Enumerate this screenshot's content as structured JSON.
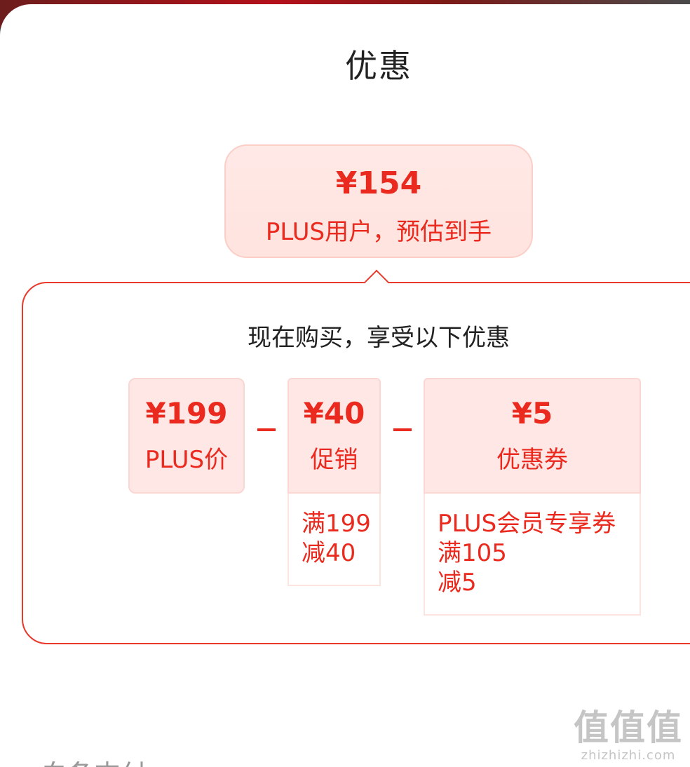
{
  "sheet": {
    "title": "优惠"
  },
  "estimate": {
    "price": "¥154",
    "subtitle": "PLUS用户，预估到手"
  },
  "panel": {
    "title": "现在购买，享受以下优惠",
    "cards": [
      {
        "amount": "¥199",
        "label": "PLUS价"
      },
      {
        "amount": "¥40",
        "label": "促销",
        "detail": [
          "满199",
          "减40"
        ]
      },
      {
        "amount": "¥5",
        "label": "优惠券",
        "detail": [
          "PLUS会员专享券",
          "满105",
          "减5"
        ]
      }
    ],
    "operator_color": "#ea2a1e"
  },
  "footer": {
    "partial_label": "白条支付"
  },
  "watermark": {
    "big": "值值值",
    "small": "zhizhizhi.com"
  },
  "colors": {
    "accent": "#ea2a1e",
    "card_bg": "#ffe7e6",
    "panel_border": "#e8392c"
  }
}
